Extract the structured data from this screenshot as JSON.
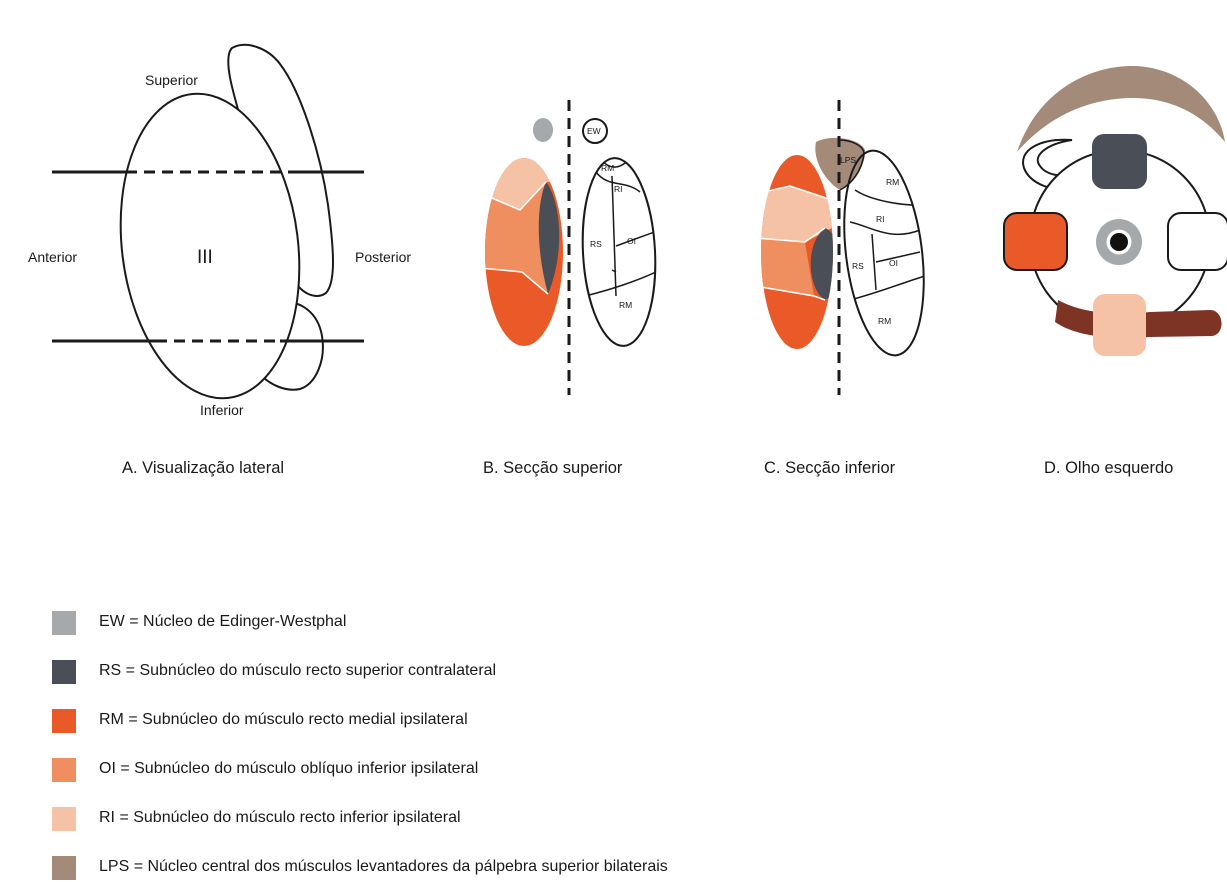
{
  "colors": {
    "EW": "#a6a9ab",
    "RS": "#4a4f57",
    "RM": "#ea5a28",
    "OI": "#ef8f5f",
    "RI": "#f6c2a6",
    "LPS": "#a48a78",
    "inferior_oblique_muscle": "#7d3424"
  },
  "panelA": {
    "superior": "Superior",
    "anterior": "Anterior",
    "posterior": "Posterior",
    "inferior": "Inferior",
    "nucleus": "III",
    "caption": "A. Visualização lateral"
  },
  "panelB": {
    "ew": "EW",
    "rm_top": "RM",
    "ri": "RI",
    "rs": "RS",
    "oi": "OI",
    "rm_bottom": "RM",
    "caption": "B. Secção superior"
  },
  "panelC": {
    "lps": "LPS",
    "rm_top": "RM",
    "ri": "RI",
    "rs": "RS",
    "oi": "OI",
    "rm_bottom": "RM",
    "caption": "C. Secção inferior"
  },
  "panelD": {
    "caption": "D. Olho esquerdo"
  },
  "legend": [
    {
      "key": "EW",
      "text": "EW = Núcleo de Edinger-Westphal"
    },
    {
      "key": "RS",
      "text": "RS = Subnúcleo do músculo recto superior contralateral"
    },
    {
      "key": "RM",
      "text": "RM = Subnúcleo do músculo recto medial ipsilateral"
    },
    {
      "key": "OI",
      "text": "OI = Subnúcleo do músculo oblíquo inferior ipsilateral"
    },
    {
      "key": "RI",
      "text": "RI = Subnúcleo do músculo recto inferior ipsilateral"
    },
    {
      "key": "LPS",
      "text": "LPS = Núcleo central dos músculos levantadores da pálpebra superior bilaterais"
    }
  ]
}
